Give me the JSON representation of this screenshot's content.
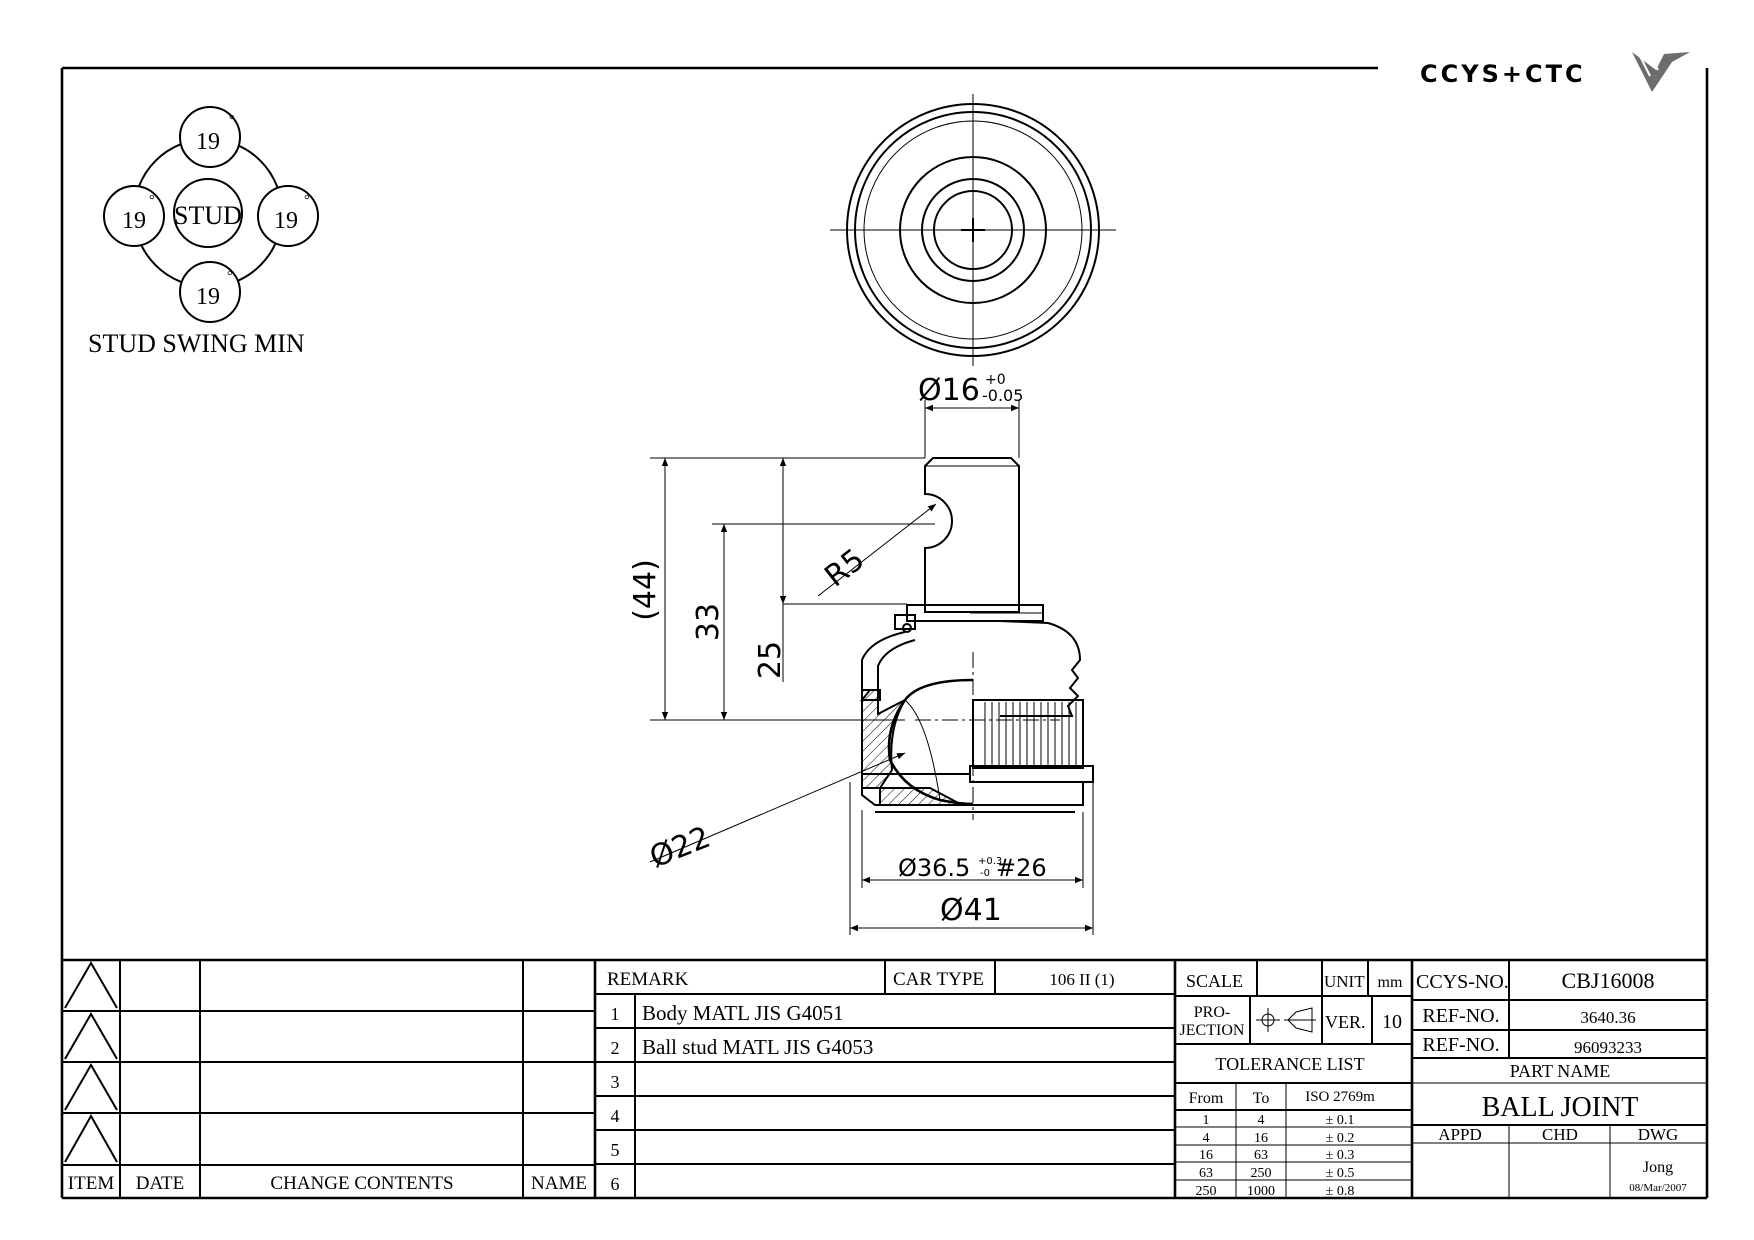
{
  "logo": {
    "text": "CCYS+CTC"
  },
  "swing": {
    "center": "STUD",
    "angles": [
      "19",
      "19",
      "19",
      "19"
    ],
    "degree": "°",
    "caption": "STUD SWING MIN"
  },
  "dims": {
    "d16": "Ø16",
    "d16_tol_upper": "+0",
    "d16_tol_lower": "-0.05",
    "h44": "(44)",
    "h33": "33",
    "h25": "25",
    "r5": "R5",
    "d22": "Ø22",
    "d36": "Ø36.5",
    "d36_tol_upper": "+0.3",
    "d36_tol_lower": "-0",
    "d36_suffix": "#26",
    "d41": "Ø41"
  },
  "revisions": {
    "headers": {
      "item": "ITEM",
      "date": "DATE",
      "contents": "CHANGE CONTENTS",
      "name": "NAME"
    }
  },
  "remarks": {
    "header": "REMARK",
    "car_type_label": "CAR TYPE",
    "car_type_value": "106 II (1)",
    "rows": [
      {
        "no": "1",
        "text": "Body MATL JIS G4051"
      },
      {
        "no": "2",
        "text": "Ball stud MATL JIS G4053"
      },
      {
        "no": "3",
        "text": ""
      },
      {
        "no": "4",
        "text": ""
      },
      {
        "no": "5",
        "text": ""
      },
      {
        "no": "6",
        "text": ""
      }
    ]
  },
  "spec": {
    "scale_label": "SCALE",
    "scale_value": "",
    "unit_label": "UNIT",
    "unit_value": "mm",
    "projection_label_1": "PRO-",
    "projection_label_2": "JECTION",
    "ver_label": "VER.",
    "ver_value": "10"
  },
  "tolerance": {
    "title": "TOLERANCE LIST",
    "headers": [
      "From",
      "To",
      "ISO 2769m"
    ],
    "rows": [
      [
        "1",
        "4",
        "± 0.1"
      ],
      [
        "4",
        "16",
        "± 0.2"
      ],
      [
        "16",
        "63",
        "± 0.3"
      ],
      [
        "63",
        "250",
        "± 0.5"
      ],
      [
        "250",
        "1000",
        "± 0.8"
      ]
    ]
  },
  "title_block": {
    "ccys_label": "CCYS-NO.",
    "ccys_value": "CBJ16008",
    "ref1_label": "REF-NO.",
    "ref1_value": "3640.36",
    "ref2_label": "REF-NO.",
    "ref2_value": "96093233",
    "part_name_label": "PART NAME",
    "part_name_value": "BALL JOINT",
    "appd_label": "APPD",
    "chd_label": "CHD",
    "dwg_label": "DWG",
    "dwg_name": "Jong",
    "dwg_date": "08/Mar/2007"
  }
}
